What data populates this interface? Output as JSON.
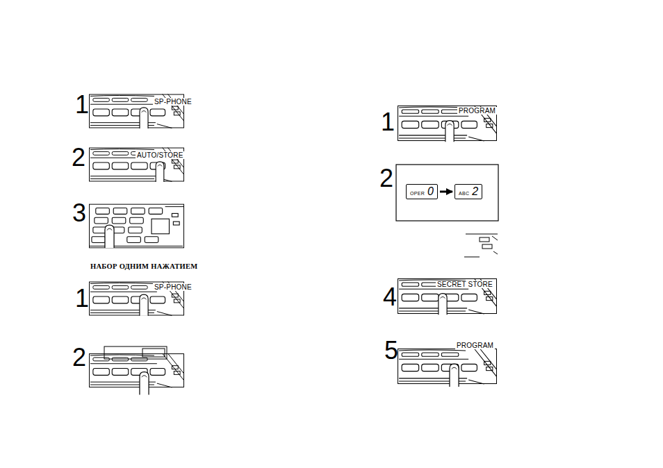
{
  "diagram": {
    "nodes": [
      {
        "text": [
          "OPER",
          "0"
        ]
      },
      {
        "text": [
          "ABC",
          "2"
        ]
      }
    ],
    "edges": [
      {
        "from": 0,
        "to": 1,
        "arrow": "to"
      }
    ],
    "labels": [
      "1",
      "SP-PHONE",
      "2",
      "AUTO/STORE",
      "3",
      "НАБОР ОДНИМ НАЖАТИЕМ",
      "1",
      "SP-PHONE",
      "2",
      "1",
      "PROGRAM",
      "2",
      "4",
      "SECRET STORE",
      "5",
      "PROGRAM"
    ]
  }
}
